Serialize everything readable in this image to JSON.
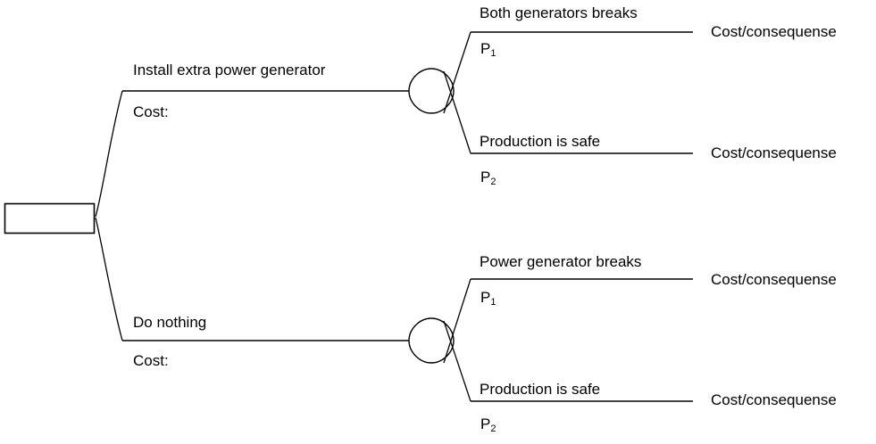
{
  "diagram": {
    "type": "decision-tree",
    "title": "",
    "stroke_color": "#000000",
    "background_color": "#ffffff",
    "root": {
      "node_type": "decision",
      "shape": "rectangle",
      "label": ""
    },
    "alternatives": [
      {
        "id": "install-extra-generator",
        "label": "Install extra power generator",
        "cost_label": "Cost:",
        "chance_node": {
          "node_type": "chance",
          "shape": "circle"
        },
        "outcomes": [
          {
            "id": "both-generators-break",
            "label": "Both generators breaks",
            "probability_symbol": "P",
            "probability_subscript": "1",
            "consequence": "Cost/consequense"
          },
          {
            "id": "production-safe-upper",
            "label": "Production is safe",
            "probability_symbol": "P",
            "probability_subscript": "2",
            "consequence": "Cost/consequense"
          }
        ]
      },
      {
        "id": "do-nothing",
        "label": "Do nothing",
        "cost_label": "Cost:",
        "chance_node": {
          "node_type": "chance",
          "shape": "circle"
        },
        "outcomes": [
          {
            "id": "power-generator-breaks",
            "label": "Power generator breaks",
            "probability_symbol": "P",
            "probability_subscript": "1",
            "consequence": "Cost/consequense"
          },
          {
            "id": "production-safe-lower",
            "label": "Production is safe",
            "probability_symbol": "P",
            "probability_subscript": "2",
            "consequence": "Cost/consequense"
          }
        ]
      }
    ]
  }
}
